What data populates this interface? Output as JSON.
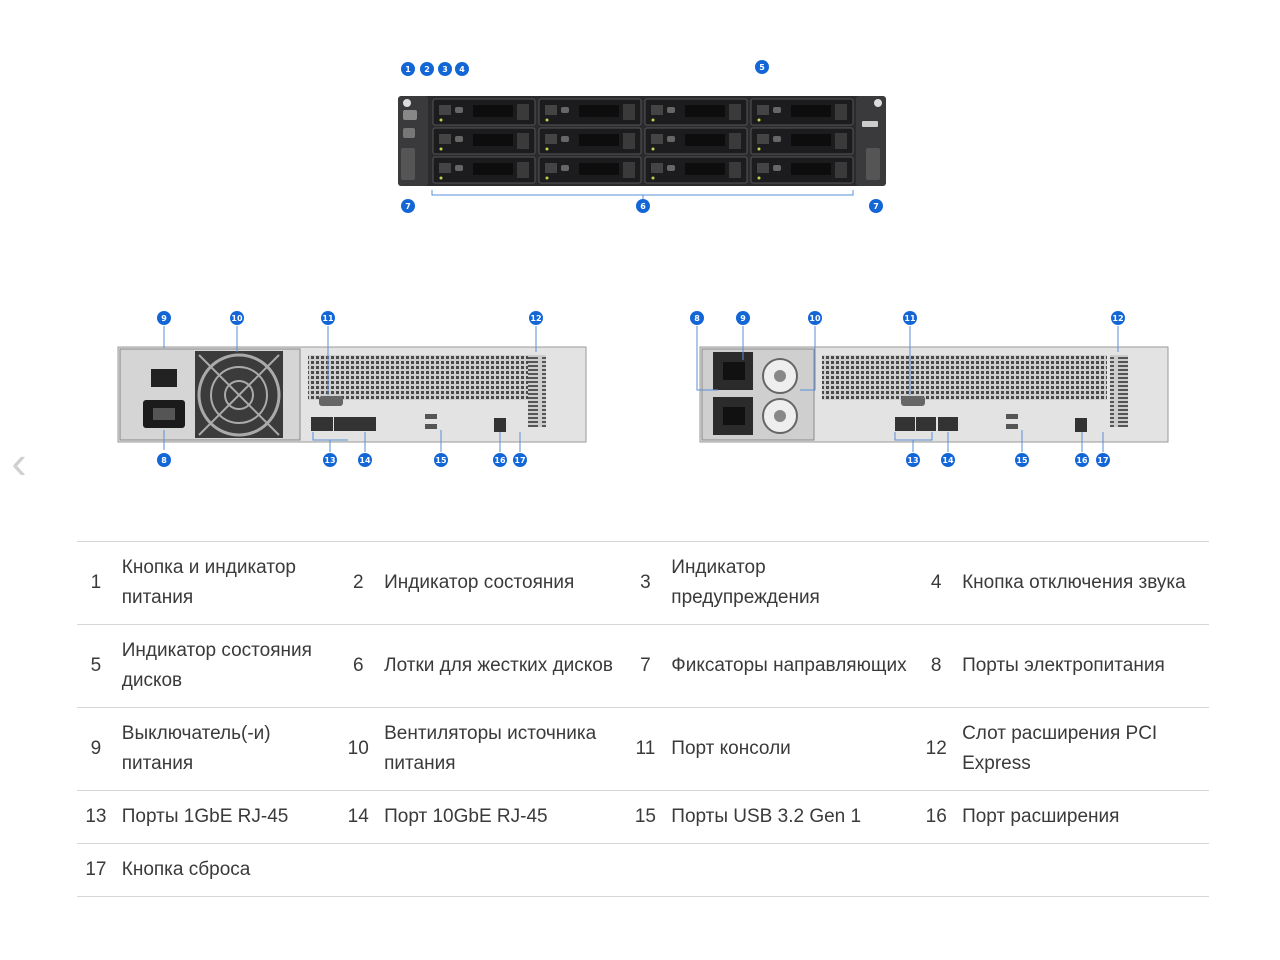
{
  "navigation": {
    "prev_icon": "chevron-left-icon",
    "prev_glyph": "‹"
  },
  "colors": {
    "callout": "#1366d6",
    "text": "#3a3a3a",
    "divider": "#d6d6d6"
  },
  "callouts": {
    "front": [
      "1",
      "2",
      "3",
      "4",
      "5",
      "7",
      "6",
      "7"
    ],
    "rear_left": [
      "9",
      "10",
      "11",
      "12",
      "8",
      "13",
      "14",
      "15",
      "16",
      "17"
    ],
    "rear_right": [
      "8",
      "9",
      "10",
      "11",
      "12",
      "13",
      "14",
      "15",
      "16",
      "17"
    ]
  },
  "legend": {
    "rows": [
      [
        {
          "num": "1",
          "label": "Кнопка и индикатор питания"
        },
        {
          "num": "2",
          "label": "Индикатор состояния"
        },
        {
          "num": "3",
          "label": "Индикатор предупреждения"
        },
        {
          "num": "4",
          "label": "Кнопка отключения звука"
        }
      ],
      [
        {
          "num": "5",
          "label": "Индикатор состояния дисков"
        },
        {
          "num": "6",
          "label": "Лотки для жестких дисков"
        },
        {
          "num": "7",
          "label": "Фиксаторы направляющих"
        },
        {
          "num": "8",
          "label": "Порты электропитания"
        }
      ],
      [
        {
          "num": "9",
          "label": "Выключатель(-и) питания"
        },
        {
          "num": "10",
          "label": "Вентиляторы источника питания"
        },
        {
          "num": "11",
          "label": "Порт консоли"
        },
        {
          "num": "12",
          "label": "Слот расширения PCI Express"
        }
      ],
      [
        {
          "num": "13",
          "label": "Порты 1GbE RJ-45"
        },
        {
          "num": "14",
          "label": "Порт 10GbE RJ-45"
        },
        {
          "num": "15",
          "label": "Порты USB 3.2 Gen 1"
        },
        {
          "num": "16",
          "label": "Порт расширения"
        }
      ],
      [
        {
          "num": "17",
          "label": "Кнопка сброса"
        }
      ]
    ]
  }
}
